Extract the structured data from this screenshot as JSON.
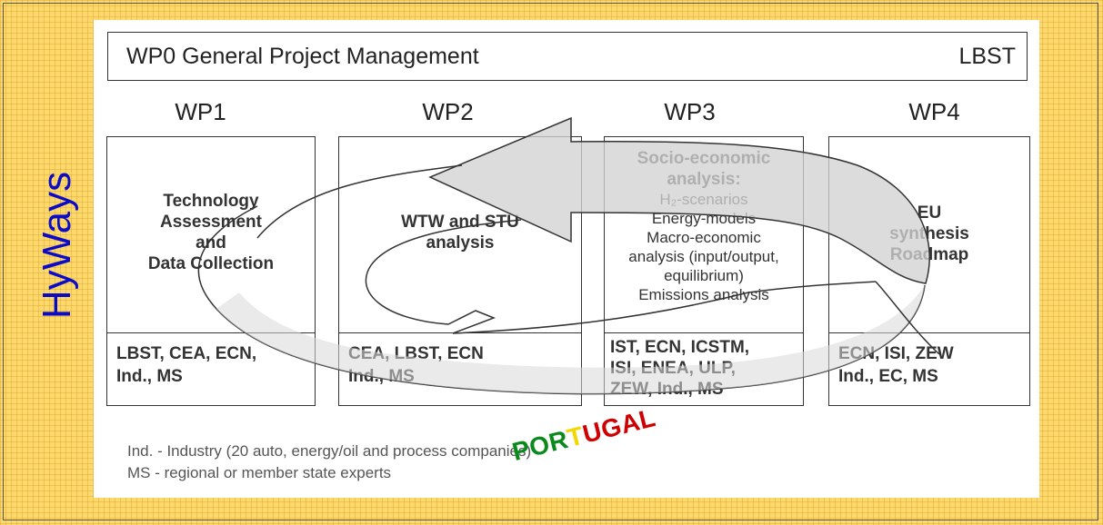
{
  "side_title": "HyWays",
  "header": {
    "title": "WP0 General Project Management",
    "lead": "LBST"
  },
  "work_packages": [
    {
      "id": "WP1",
      "title_lines": [
        "Technology",
        "Assessment",
        "and",
        "Data Collection"
      ],
      "partners": "LBST, CEA, ECN,\nInd., MS"
    },
    {
      "id": "WP2",
      "title_lines": [
        "WTW and STU",
        "analysis"
      ],
      "partners": "CEA, LBST, ECN\nInd., MS"
    },
    {
      "id": "WP3",
      "title_lines": [
        "Socio-economic",
        "analysis:"
      ],
      "subtitle_lines": [
        "H₂-scenarios",
        "Energy-models",
        "Macro-economic",
        "analysis (input/output,",
        "equilibrium)",
        "Emissions analysis"
      ],
      "partners": "IST, ECN, ICSTM,\nISI, ENEA, ULP,\nZEW, Ind., MS"
    },
    {
      "id": "WP4",
      "title_lines": [
        "EU",
        "synthesis",
        "Roadmap"
      ],
      "partners": "ECN, ISI, ZEW\nInd., EC, MS"
    }
  ],
  "notes": [
    "Ind. - Industry (20 auto, energy/oil and process companies)",
    "MS - regional or member state experts"
  ],
  "stamp": {
    "part1": "POR",
    "part2": "T",
    "part3": "UGAL"
  },
  "colors": {
    "background": "#fcd96a",
    "side_title": "#0c0cc8",
    "arrow_fill": "#d4d4d4"
  }
}
